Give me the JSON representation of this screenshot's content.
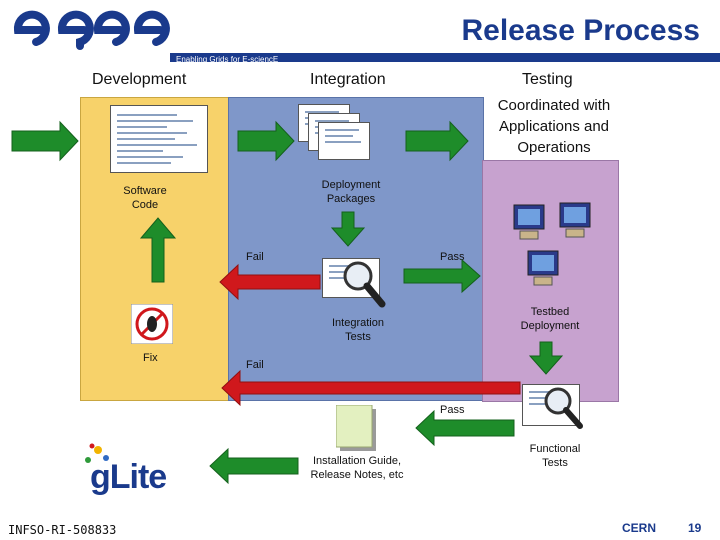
{
  "header": {
    "logo_text": "egee",
    "tagline": "Enabling Grids for E-sciencE",
    "title": "Release Process"
  },
  "columns": {
    "development": "Development",
    "integration": "Integration",
    "testing": "Testing",
    "testing_note": [
      "Coordinated with",
      "Applications and",
      "Operations"
    ]
  },
  "labels": {
    "software_code": [
      "Software",
      "Code"
    ],
    "deployment_packages": [
      "Deployment",
      "Packages"
    ],
    "fail_1": "Fail",
    "pass_1": "Pass",
    "integration_tests": [
      "Integration",
      "Tests"
    ],
    "testbed_deployment": [
      "Testbed",
      "Deployment"
    ],
    "fix": "Fix",
    "fail_2": "Fail",
    "pass_2": "Pass",
    "installation_guide": [
      "Installation Guide,",
      "Release Notes, etc"
    ],
    "functional_tests": [
      "Functional",
      "Tests"
    ]
  },
  "product_logo": "gLite",
  "footer": {
    "project_id": "INFSO-RI-508833",
    "org": "CERN",
    "page": "19"
  },
  "colors": {
    "brand_blue": "#1a3a8c",
    "dev_column": "#f7d26a",
    "integration_column": "#7f97c9",
    "testing_column": "#c7a2cf",
    "arrow_green": "#1e8c2a",
    "arrow_red": "#d0181c"
  }
}
